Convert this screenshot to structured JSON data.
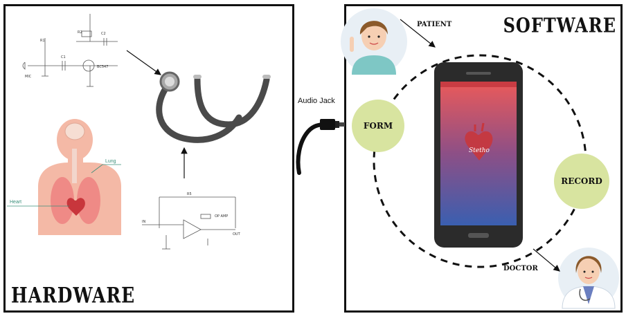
{
  "hardware": {
    "title": "HARDWARE",
    "labels": {
      "lung": "Lung",
      "heart": "Heart"
    }
  },
  "connector": {
    "label": "Audio Jack"
  },
  "software": {
    "title": "SOFTWARE",
    "patient_label": "PATIENT",
    "doctor_label": "DOCTOR",
    "form_label": "FORM",
    "record_label": "RECORD",
    "app_logo_text": "Stetho"
  },
  "colors": {
    "bubble": "#d8e4a0",
    "phone_body": "#2b2b2b",
    "screen_top": "#e8545c",
    "screen_bottom": "#3a5fb0",
    "body_skin": "#f4b9a6",
    "lung": "#f08a86",
    "stethoscope": "#555555"
  },
  "icons": [
    "stethoscope-icon",
    "audio-jack-icon",
    "smartphone-icon",
    "patient-avatar-icon",
    "doctor-avatar-icon",
    "heart-icon",
    "human-anatomy-icon"
  ]
}
